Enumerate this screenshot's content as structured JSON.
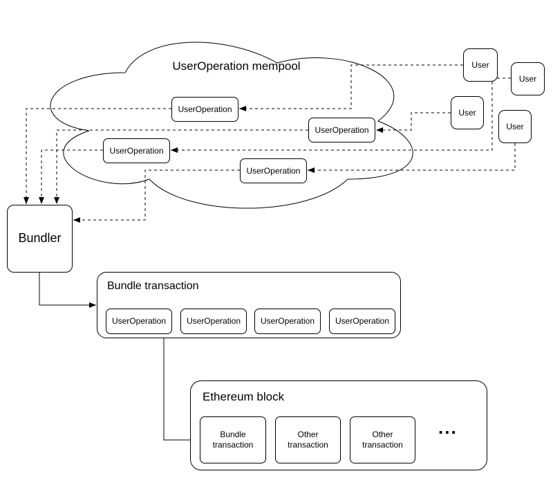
{
  "colors": {
    "line": "#000000",
    "fill": "#ffffff",
    "text": "#000000"
  },
  "mempool": {
    "title": "UserOperation mempool",
    "user_operations": [
      {
        "label": "UserOperation"
      },
      {
        "label": "UserOperation"
      },
      {
        "label": "UserOperation"
      },
      {
        "label": "UserOperation"
      }
    ]
  },
  "users": [
    {
      "label": "User"
    },
    {
      "label": "User"
    },
    {
      "label": "User"
    },
    {
      "label": "User"
    }
  ],
  "bundler": {
    "label": "Bundler"
  },
  "bundle_transaction": {
    "title": "Bundle transaction",
    "user_operations": [
      {
        "label": "UserOperation"
      },
      {
        "label": "UserOperation"
      },
      {
        "label": "UserOperation"
      },
      {
        "label": "UserOperation"
      }
    ]
  },
  "ethereum_block": {
    "title": "Ethereum block",
    "transactions": [
      {
        "label": "Bundle transaction"
      },
      {
        "label": "Other transaction"
      },
      {
        "label": "Other transaction"
      }
    ],
    "more_indicator": "..."
  }
}
